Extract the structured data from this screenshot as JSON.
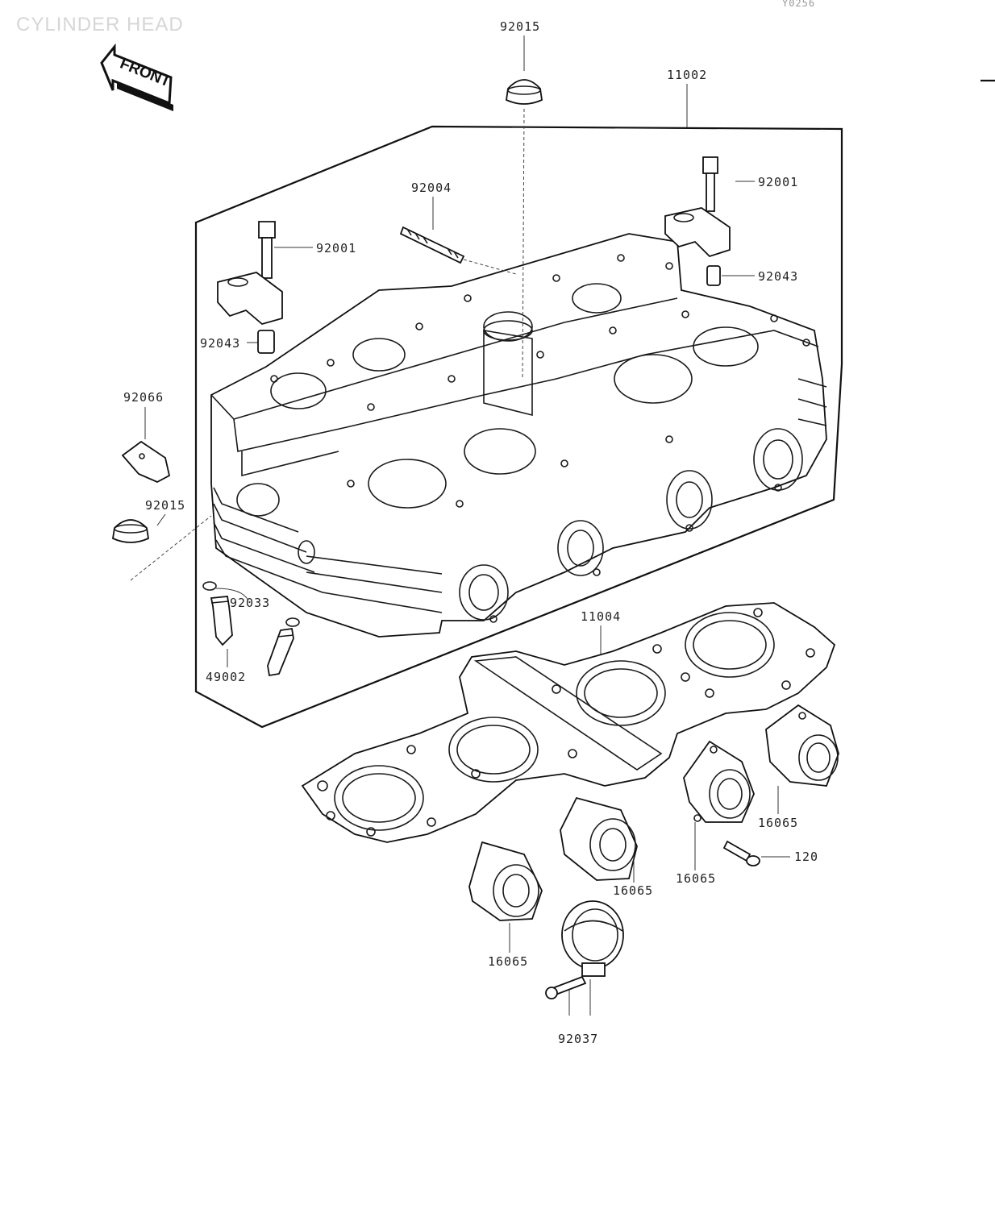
{
  "title": "CYLINDER HEAD",
  "corner_ref": "Y0256",
  "front_arrow": {
    "text": "FRONT"
  },
  "labels": {
    "cap_top": "92015",
    "head": "11002",
    "stud": "92004",
    "bolt_right": "92001",
    "bolt_left": "92001",
    "dowel_right": "92043",
    "dowel_left": "92043",
    "cap_side": "92066",
    "cap_left": "92015",
    "oring": "92033",
    "guide": "49002",
    "gasket": "11004",
    "holder_far_right": "16065",
    "holder_right": "16065",
    "holder_center": "16065",
    "holder_left": "16065",
    "screw": "120",
    "clamp": "92037"
  }
}
